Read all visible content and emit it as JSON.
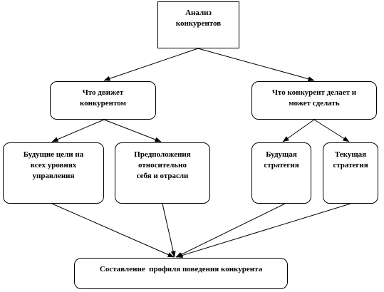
{
  "diagram": {
    "boxes": {
      "analysis": {
        "lines": [
          "Анализ",
          "конкурентов"
        ]
      },
      "motivation": {
        "lines": [
          "Что движет",
          "конкурентом"
        ]
      },
      "competitor_actions": {
        "lines": [
          "Что конкурент делает и",
          "может сделать"
        ]
      },
      "future_goals": {
        "lines": [
          "Будущие цели на",
          "всех уровнях",
          "управления"
        ]
      },
      "assumptions": {
        "lines": [
          "Предположения",
          "относительно",
          "себя и отрасли"
        ]
      },
      "future_strategy": {
        "lines": [
          "Будущая",
          "стратегия"
        ]
      },
      "current_strategy": {
        "lines": [
          "Текущая",
          "стратегия"
        ]
      },
      "profile": {
        "lines": [
          "Составление  профиля поведения конкурента"
        ]
      }
    },
    "colors": {
      "line": "#000000",
      "box_fill": "#ffffff"
    }
  }
}
